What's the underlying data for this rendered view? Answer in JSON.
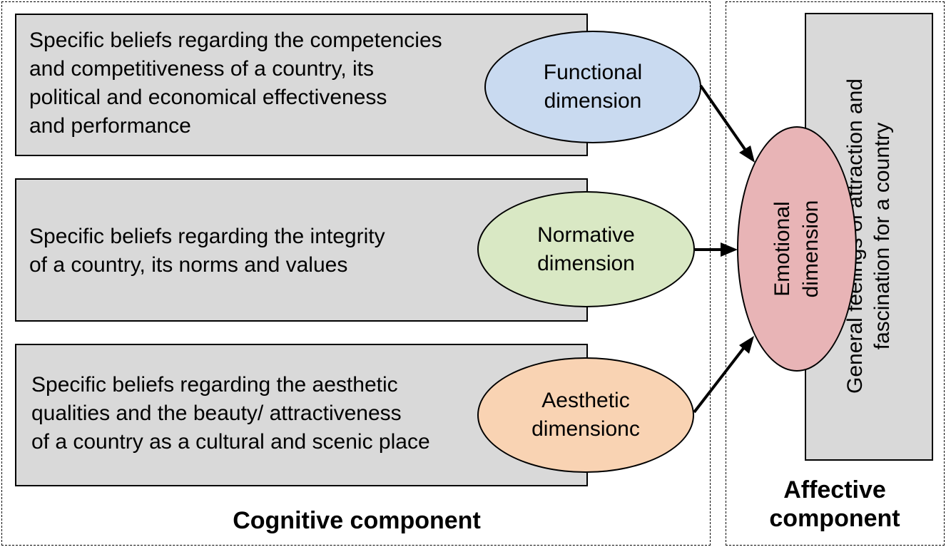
{
  "cognitive": {
    "title": "Cognitive component",
    "rows": [
      {
        "description": "Specific beliefs regarding the competencies\nand competitiveness of a country, its\npolitical and economical effectiveness\nand performance",
        "dimension": "Functional\ndimension",
        "color": "#c9daf0"
      },
      {
        "description": "Specific beliefs regarding the integrity\nof a country, its norms and values",
        "dimension": "Normative\ndimension",
        "color": "#d9e8c4"
      },
      {
        "description": "Specific beliefs regarding the aesthetic\nqualities and the beauty/ attractiveness\nof a country as a cultural and scenic place",
        "dimension": "Aesthetic\ndimensionc",
        "color": "#f9d3b3"
      }
    ]
  },
  "affective": {
    "title": "Affective\ncomponent",
    "emotional": {
      "label": "Emotional\ndimension",
      "color": "#e8b4b6"
    },
    "description": "General feelings of attraction and\nfascination for a country"
  }
}
